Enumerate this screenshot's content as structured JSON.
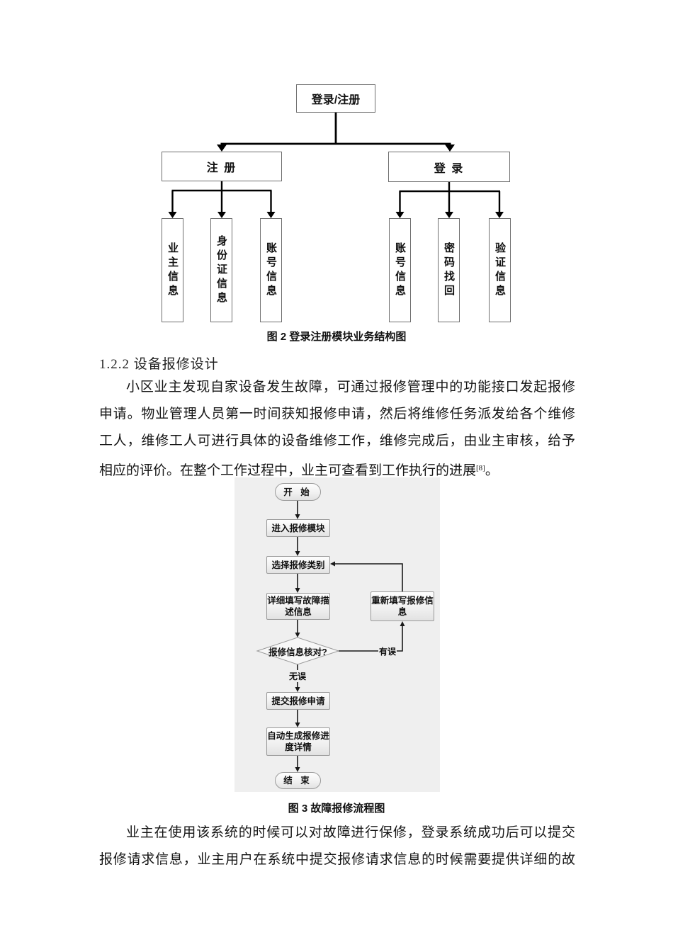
{
  "fig2": {
    "root": "登录/注册",
    "register": {
      "label": "注 册",
      "children": [
        "业主信息",
        "身份证信息",
        "账号信息"
      ]
    },
    "login": {
      "label": "登 录",
      "children": [
        "账号信息",
        "密码找回",
        "验证信息"
      ]
    },
    "caption": "图 2 登录注册模块业务结构图"
  },
  "section": {
    "heading": "1.2.2 设备报修设计"
  },
  "para1": {
    "lines": [
      "小区业主发现自家设备发生故障，可通过报修管理中的功能接口发起报修",
      "申请。物业管理人员第一时间获知报修申请，然后将维修任务派发给各个维修",
      "工人，维修工人可进行具体的设备维修工作，维修完成后，由业主审核，给予"
    ],
    "last_text": "相应的评价。在整个工作过程中，业主可查看到工作执行的进展",
    "sup": "[8]",
    "tail": "。"
  },
  "fig3": {
    "nodes": {
      "start": "开 始",
      "enter": "进入报修模块",
      "select": "选择报修类别",
      "fill": "详细填写故障描述信息",
      "refill": "重新填写报修信息",
      "check": "报修信息核对?",
      "submit": "提交报修申请",
      "generate": "自动生成报修进度详情",
      "end": "结 束"
    },
    "edge_labels": {
      "no_error": "无误",
      "yes_error": "有误"
    },
    "caption": "图 3 故障报修流程图"
  },
  "para2": {
    "lines": [
      "业主在使用该系统的时候可以对故障进行保修，登录系统成功后可以提交",
      "报修请求信息，业主用户在系统中提交报修请求信息的时候需要提供详细的故"
    ]
  },
  "colors": {
    "page_bg": "#ffffff",
    "line_color": "#000000",
    "flow_panel_bg": "#efefef",
    "node_border": "#9a9a9a",
    "box_border": "#6f6f6f"
  }
}
